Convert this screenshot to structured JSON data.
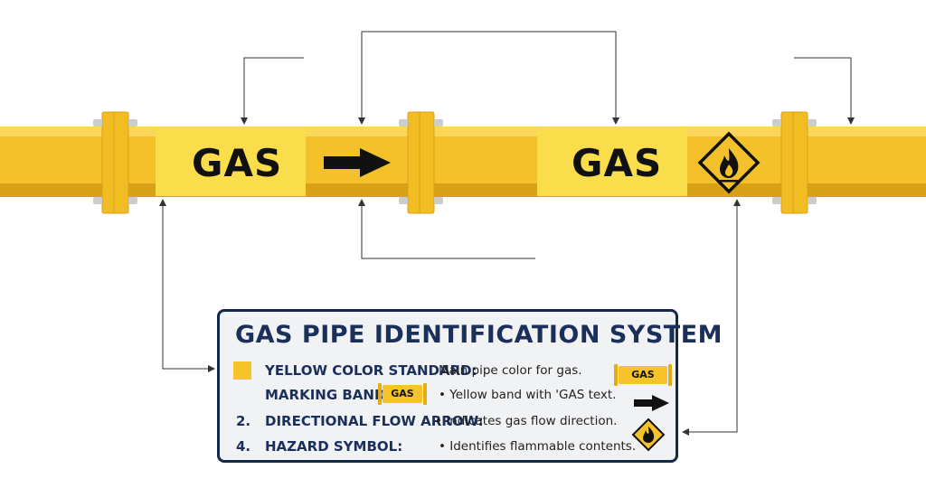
{
  "pipe": {
    "band_labels": [
      "GAS",
      "GAS"
    ],
    "colors": {
      "pipe": "#f4c12b",
      "pipe_highlight": "#fad75a",
      "pipe_shadow": "#d9a117",
      "band": "#fadd4a",
      "flange": "#f2bd22",
      "bolt": "#c9ccd1",
      "callout_line": "#333333"
    },
    "icons": [
      "flow-arrow-icon",
      "flammable-hazard-icon"
    ]
  },
  "legend": {
    "title": "GAS PIPE IDENTIFICATION SYSTEM",
    "items": [
      {
        "number": "",
        "icon": "yellow-swatch-icon",
        "name": "YELLOW COLOR STANDARD:",
        "description": "Main pipe color for gas."
      },
      {
        "number": "",
        "icon": "",
        "name": "MARKING BAND &",
        "badge": "GAS",
        "description": "• Yellow band with 'GAS text."
      },
      {
        "number": "2.",
        "icon": "",
        "name": "DIRECTIONAL FLOW ARROW:",
        "description": "• Indicates gas flow direction."
      },
      {
        "number": "4.",
        "icon": "",
        "name": "HAZARD SYMBOL:",
        "description": "• Identifies flammable contents."
      }
    ],
    "side_icons": {
      "pipe_badge": "GAS"
    },
    "colors": {
      "border": "#14284a",
      "text": "#1a2f5a",
      "background": "#f1f2f4",
      "swatch": "#f6c32b"
    }
  }
}
